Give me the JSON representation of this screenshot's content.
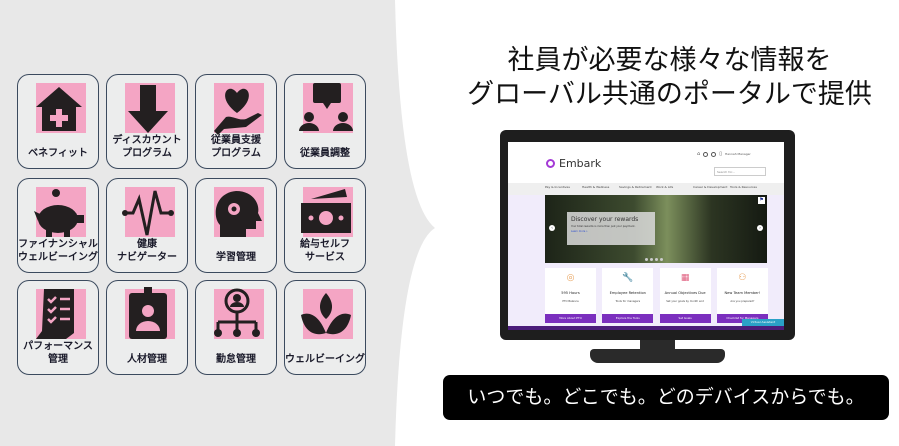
{
  "headline": {
    "line1": "社員が必要な様々な情報を",
    "line2": "グローバル共通のポータルで提供"
  },
  "tiles": [
    {
      "label": "ベネフィット",
      "icon": "house-plus-icon"
    },
    {
      "label": "ディスカウント\nプログラム",
      "icon": "down-arrow-icon"
    },
    {
      "label": "従業員支援\nプログラム",
      "icon": "heart-hand-icon"
    },
    {
      "label": "従業員調整",
      "icon": "people-chat-icon"
    },
    {
      "label": "ファイナンシャル\nウェルビーイング",
      "icon": "piggy-bank-icon"
    },
    {
      "label": "健康\nナビゲーター",
      "icon": "heartbeat-icon"
    },
    {
      "label": "学習管理",
      "icon": "head-gear-icon"
    },
    {
      "label": "給与セルフ\nサービス",
      "icon": "money-icon"
    },
    {
      "label": "パフォーマンス\n管理",
      "icon": "checklist-icon"
    },
    {
      "label": "人材管理",
      "icon": "id-badge-icon"
    },
    {
      "label": "勤怠管理",
      "icon": "org-chart-icon"
    },
    {
      "label": "ウェルビーイング",
      "icon": "lotus-icon"
    }
  ],
  "portal": {
    "logo": "Embark",
    "user": "Hannah Manager",
    "search_placeholder": "Search for...",
    "nav": [
      "Pay & Incentives",
      "Health & Wellness",
      "Savings & Retirement",
      "Work & Life",
      "Career & Development",
      "Tools & Resources"
    ],
    "hero": {
      "title": "Discover your rewards",
      "subtitle": "Your total rewards is more than just your paycheck.",
      "link": "Learn more »"
    },
    "cards": [
      {
        "title": "595 Hours",
        "subtitle": "PTO Balance",
        "button": "More About PTO",
        "icon": "instagram-like-icon"
      },
      {
        "title": "Employee Retention",
        "subtitle": "Tools for managers",
        "button": "Explore the Tools",
        "icon": "wrench-icon"
      },
      {
        "title": "Annual Objectives Due",
        "subtitle": "Set your goals by month end",
        "button": "Set Goals",
        "icon": "calendar-icon"
      },
      {
        "title": "New Team Member!",
        "subtitle": "Are you prepared?",
        "button": "Checklist for Managers",
        "icon": "people-icon"
      }
    ],
    "virtual_assistant": "Virtual Assistant",
    "accent": "#7b2fbe"
  },
  "banner": "いつでも。どこでも。どのデバイスからでも。",
  "colors": {
    "tile_pink": "#f4a5c4",
    "panel_gray": "#e8e8e8"
  }
}
